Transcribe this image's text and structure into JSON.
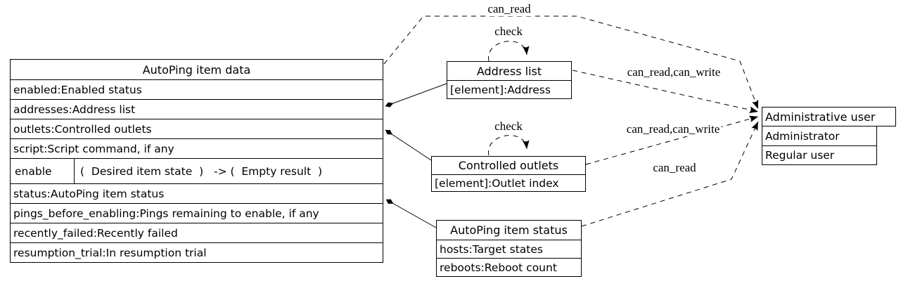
{
  "diagram_type": "object-access-diagram",
  "colors": {
    "background": "#ffffff",
    "border": "#000000",
    "text": "#000000"
  },
  "nodes": {
    "autoping_item_data": {
      "title": "AutoPing item data",
      "rows": [
        "enabled:Enabled status",
        "addresses:Address list",
        "outlets:Controlled outlets",
        "script:Script command, if any"
      ],
      "method": {
        "name": "enable",
        "signature": "(  Desired item state  )   -> (  Empty result  )"
      },
      "rows_after": [
        "status:AutoPing item status",
        "pings_before_enabling:Pings remaining to enable, if any",
        "recently_failed:Recently failed",
        "resumption_trial:In resumption trial"
      ]
    },
    "address_list": {
      "title": "Address list",
      "rows": [
        "[element]:Address"
      ]
    },
    "controlled_outlets": {
      "title": "Controlled outlets",
      "rows": [
        "[element]:Outlet index"
      ]
    },
    "autoping_item_status": {
      "title": "AutoPing item status",
      "rows": [
        "hosts:Target states",
        "reboots:Reboot count"
      ]
    },
    "administrative_user": {
      "title": "Administrative user",
      "rows": [
        "Administrator",
        "Regular user"
      ]
    }
  },
  "edges": {
    "can_read_top": {
      "label": "can_read",
      "from": "autoping_item_data",
      "to": "administrative_user",
      "style": "dashed"
    },
    "check_address": {
      "label": "check",
      "from": "address_list",
      "to": "address_list",
      "style": "dashed"
    },
    "check_outlets": {
      "label": "check",
      "from": "controlled_outlets",
      "to": "controlled_outlets",
      "style": "dashed"
    },
    "address_to_admin": {
      "label": "can_read,can_write",
      "from": "address_list",
      "to": "administrative_user",
      "style": "dashed"
    },
    "outlets_to_admin": {
      "label": "can_read,can_write",
      "from": "controlled_outlets",
      "to": "administrative_user",
      "style": "dashed"
    },
    "status_to_admin": {
      "label": "can_read",
      "from": "autoping_item_status",
      "to": "administrative_user",
      "style": "dashed"
    }
  }
}
